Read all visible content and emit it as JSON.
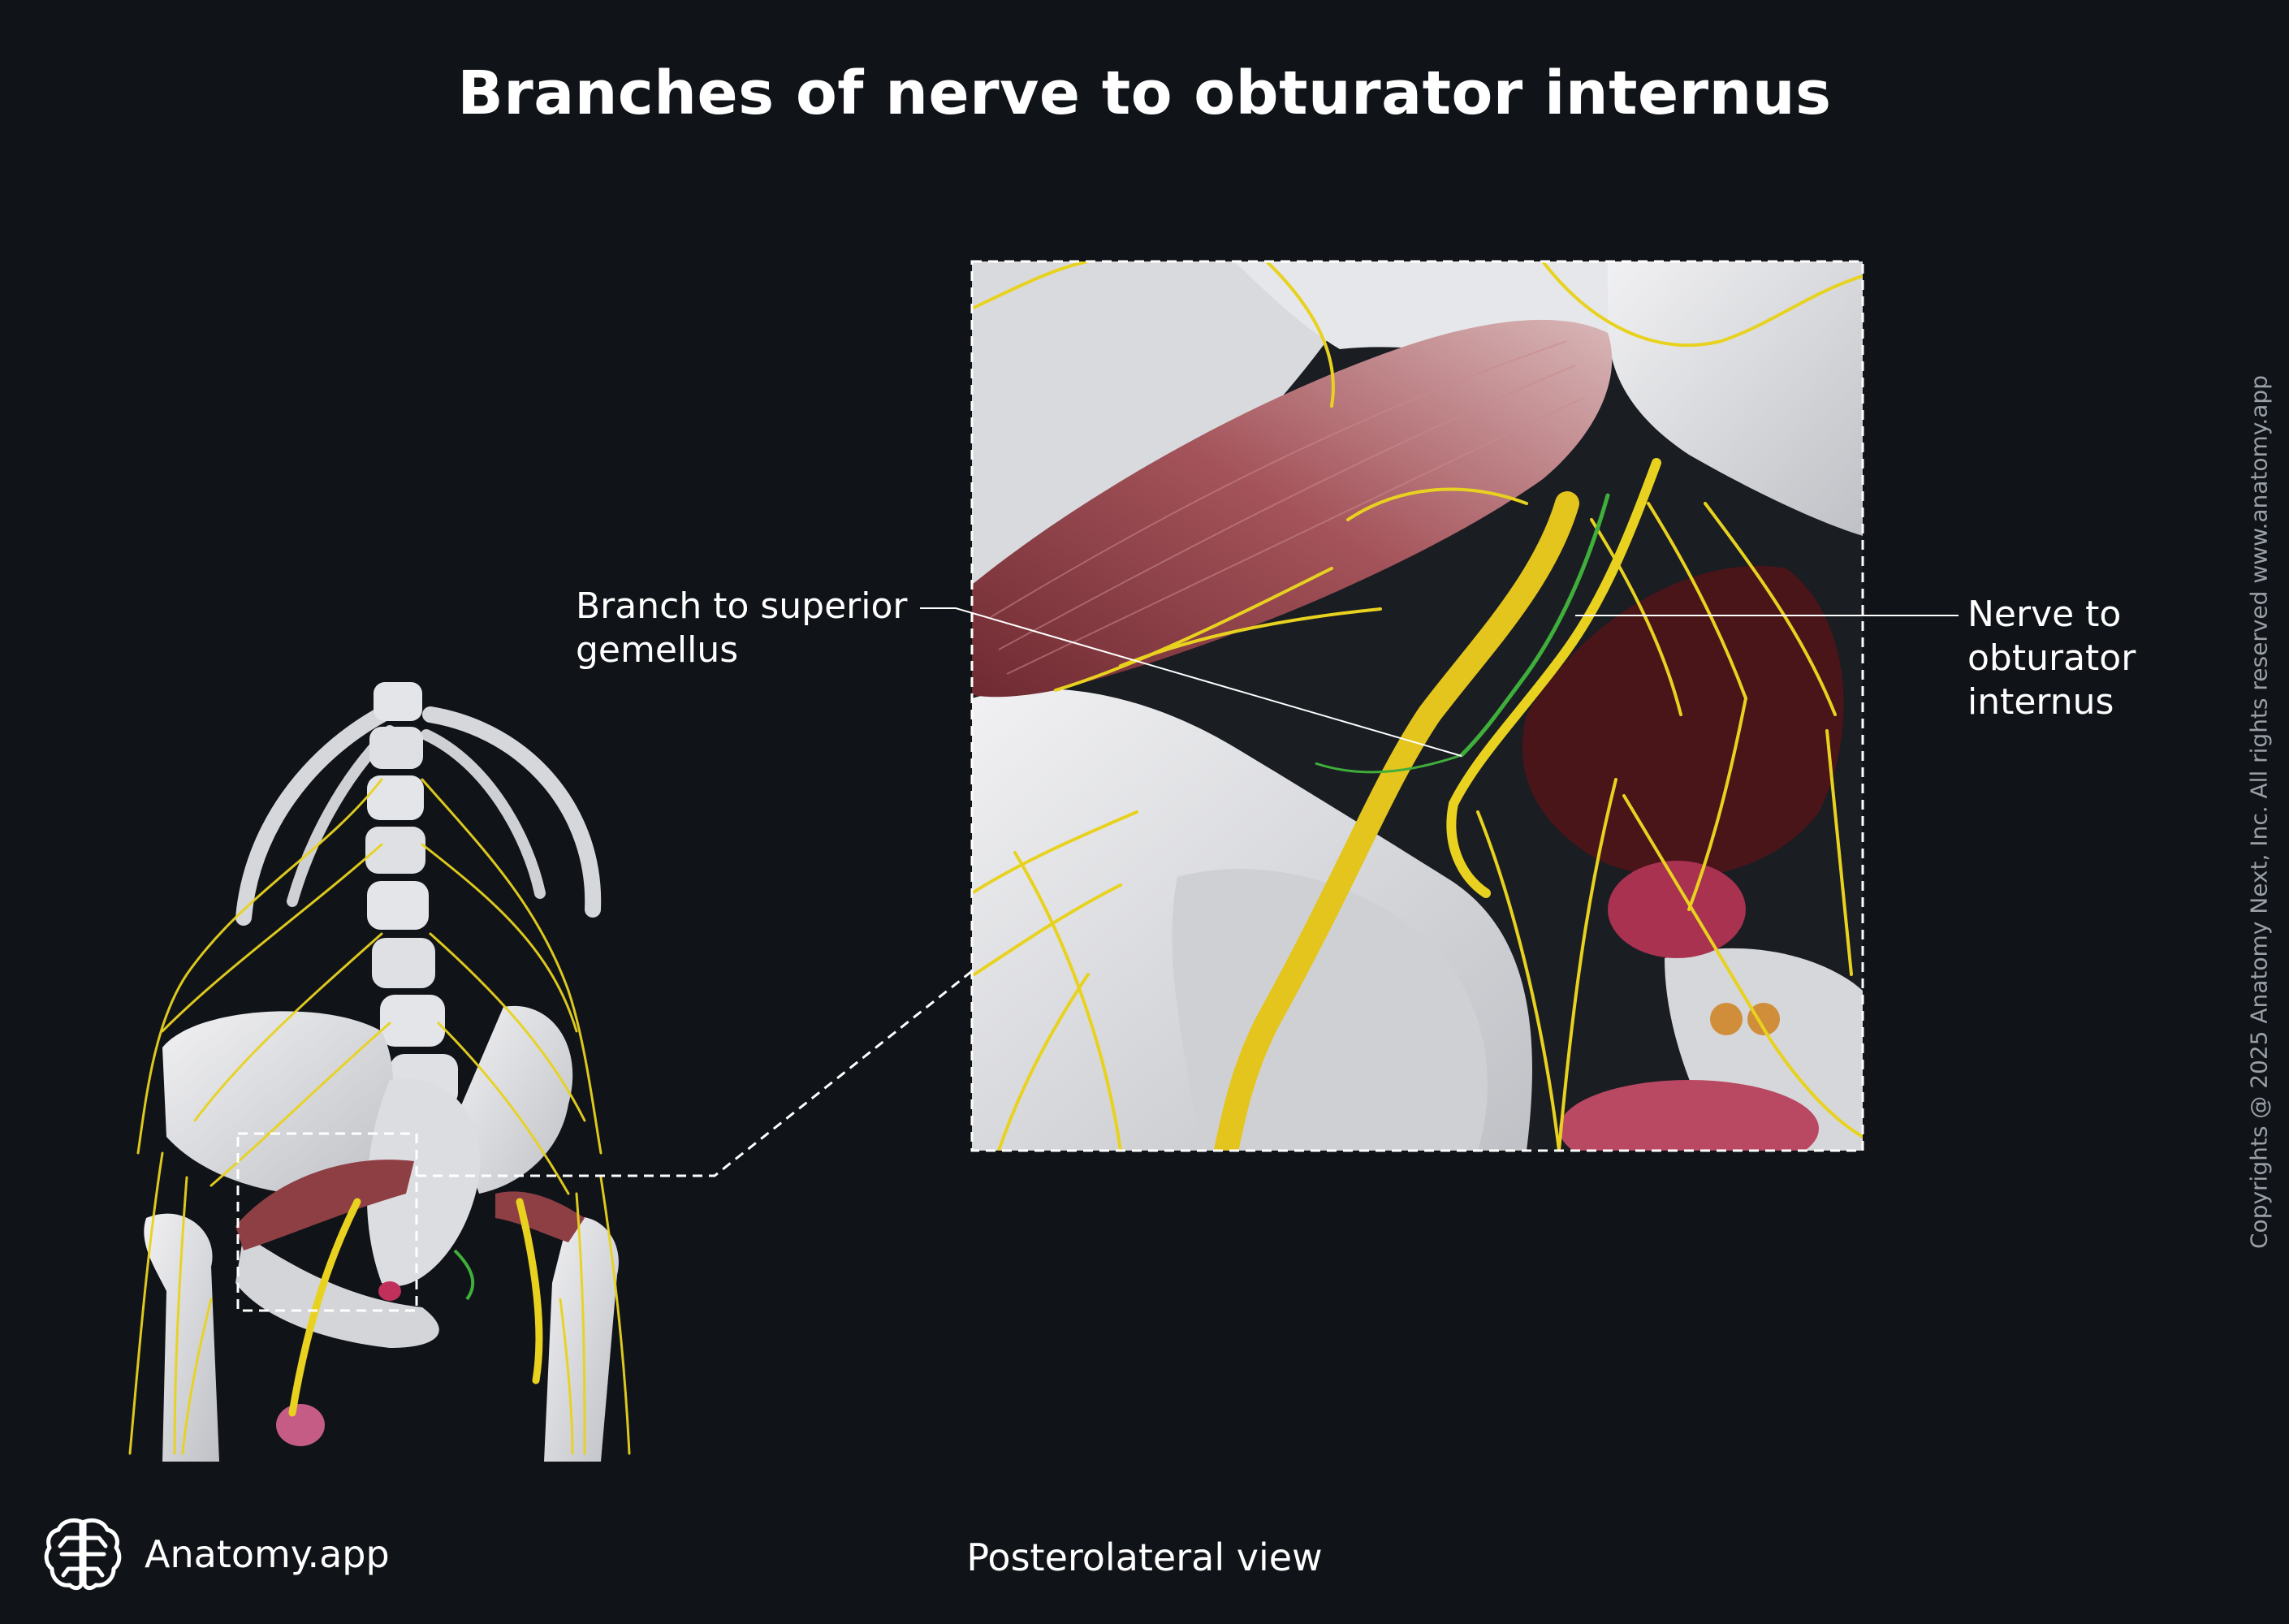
{
  "title": "Branches of nerve to obturator internus",
  "labels": {
    "left_line1": "Branch to superior",
    "left_line2": "gemellus",
    "right_line1": "Nerve to",
    "right_line2": "obturator",
    "right_line3": "internus"
  },
  "view_caption": "Posterolateral view",
  "brand": {
    "name": "Anatomy.app",
    "logo_icon": "brain-logo-icon"
  },
  "copyright": "Copyrights @ 2025 Anatomy Next, Inc. All rights reserved www.anatomy.app",
  "colors": {
    "background": "#101318",
    "bone": "#dcdde0",
    "nerve": "#e8d21f",
    "muscle": "#8e3f44",
    "highlight_branch": "#3fae3a"
  }
}
